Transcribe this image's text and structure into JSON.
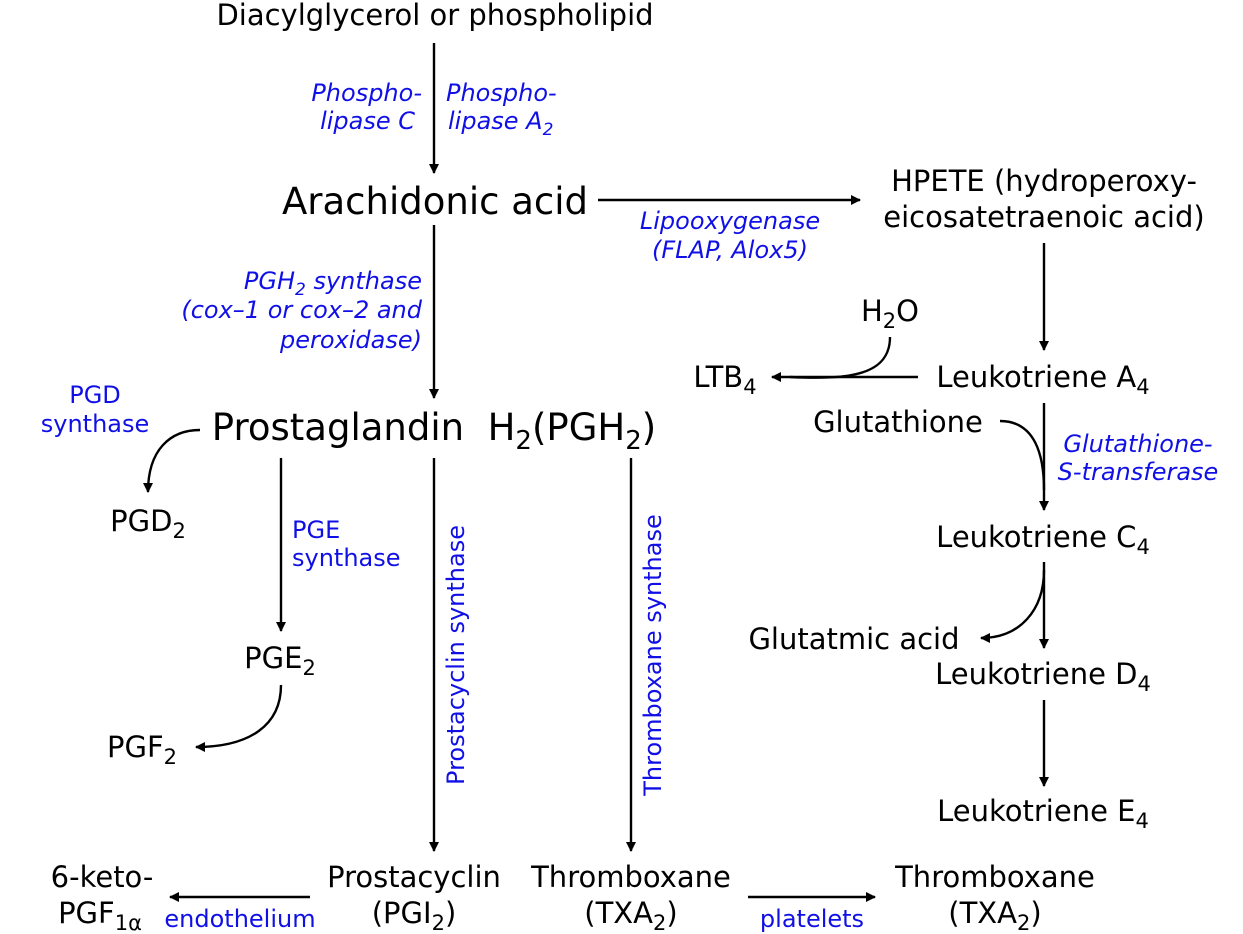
{
  "nodes": {
    "dag": "Diacylglycerol or phospholipid",
    "aa": "Arachidonic acid",
    "hpete_1": "HPETE (hydroperoxy-",
    "hpete_2": "eicosatetraenoic acid)",
    "h2o": {
      "base": "H",
      "sub": "2",
      "after": "O"
    },
    "ltb4": {
      "base": "LTB",
      "sub": "4"
    },
    "lta4": {
      "base": "Leukotriene A",
      "sub": "4"
    },
    "glutathione": "Glutathione",
    "ltc4": {
      "base": "Leukotriene C",
      "sub": "4"
    },
    "glutamic": "Glutatmic acid",
    "ltd4": {
      "base": "Leukotriene D",
      "sub": "4"
    },
    "lte4": {
      "base": "Leukotriene E",
      "sub": "4"
    },
    "pgh2": {
      "a": "Prostaglandin  H",
      "sub1": "2",
      "b": "(PGH",
      "sub2": "2",
      "c": ")"
    },
    "pgd2": {
      "base": "PGD",
      "sub": "2"
    },
    "pge2": {
      "base": "PGE",
      "sub": "2"
    },
    "pgf2": {
      "base": "PGF",
      "sub": "2"
    },
    "keto_1": "6-keto-",
    "keto_2": {
      "base": "PGF",
      "sub": "1α"
    },
    "prostacyclin_1": "Prostacyclin",
    "prostacyclin_2": {
      "a": "(PGI",
      "sub": "2",
      "b": ")"
    },
    "thromboxane_1": "Thromboxane",
    "thromboxane_2": {
      "a": "(TXA",
      "sub": "2",
      "b": ")"
    },
    "thromboxane_b_1": "Thromboxane",
    "thromboxane_b_2": {
      "a": "(TXA",
      "sub": "2",
      "b": ")"
    }
  },
  "enzymes": {
    "plc_1": "Phospho-",
    "plc_2": "lipase C",
    "pla2_1": "Phospho-",
    "pla2_2": {
      "base": "lipase A",
      "sub": "2"
    },
    "lox_1": "Lipooxygenase",
    "lox_2": "(FLAP, Alox5)",
    "pgh2s_1": {
      "a": "PGH",
      "sub": "2",
      "b": " synthase"
    },
    "pgh2s_2": "(cox–1 or cox–2 and",
    "pgh2s_3": "peroxidase)",
    "pgds_1": "PGD",
    "pgds_2": "synthase",
    "pges_1": "PGE",
    "pges_2": "synthase",
    "prostacyclin_synthase": "Prostacyclin synthase",
    "thromboxane_synthase": "Thromboxane synthase",
    "gst_1": "Glutathione-",
    "gst_2": "S-transferase",
    "endothelium": "endothelium",
    "platelets": "platelets"
  },
  "colors": {
    "node": "#000000",
    "enzyme": "#1010e6"
  }
}
